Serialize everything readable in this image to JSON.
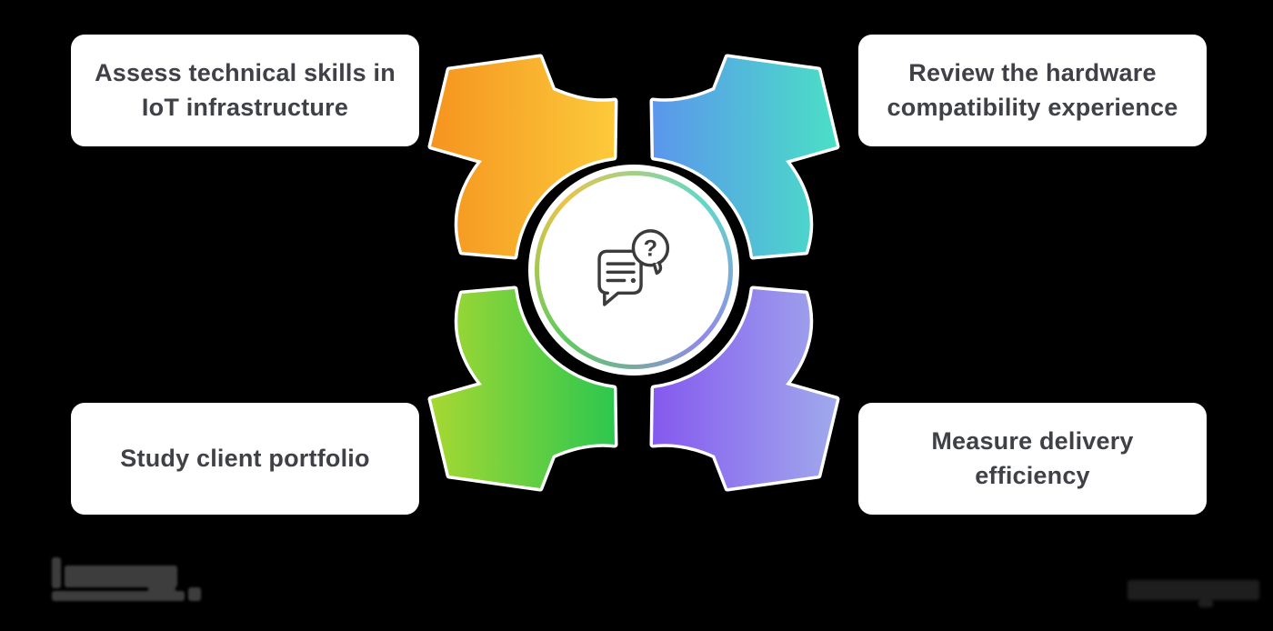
{
  "canvas": {
    "background": "#000000"
  },
  "cards": [
    {
      "position": "top-left",
      "text": "Assess technical skills in IoT infrastructure"
    },
    {
      "position": "top-right",
      "text": "Review the hardware compatibility experience"
    },
    {
      "position": "bottom-left",
      "text": "Study client portfolio"
    },
    {
      "position": "bottom-right",
      "text": "Measure delivery efficiency"
    }
  ],
  "arrows": [
    {
      "position": "top-left",
      "direction": "north-west",
      "gradient": [
        "#fcca3b",
        "#f5941f"
      ]
    },
    {
      "position": "top-right",
      "direction": "north-east",
      "gradient": [
        "#5b96ec",
        "#4adfc6"
      ]
    },
    {
      "position": "bottom-left",
      "direction": "south-west",
      "gradient": [
        "#2dc74f",
        "#a6d832"
      ]
    },
    {
      "position": "bottom-right",
      "direction": "south-east",
      "gradient": [
        "#8559ef",
        "#a0a9ec"
      ]
    }
  ],
  "center": {
    "icon": "chat-question-icon",
    "icon_color": "#3b3b3b",
    "question_mark": "?",
    "ring_colors": [
      "#e9c44a",
      "#5fd9c8",
      "#9189ea",
      "#5ecb5e"
    ],
    "fill": "#ffffff"
  },
  "footer": {
    "logo_present": true,
    "logo_legible": false,
    "logo_color": "#3d3d3d",
    "watermark_present": true,
    "watermark_legible": false,
    "watermark_color": "#1e1e1e"
  },
  "card_style": {
    "background": "#ffffff",
    "text_color": "#3f4147"
  },
  "arrow_outline_color": "#ffffff"
}
